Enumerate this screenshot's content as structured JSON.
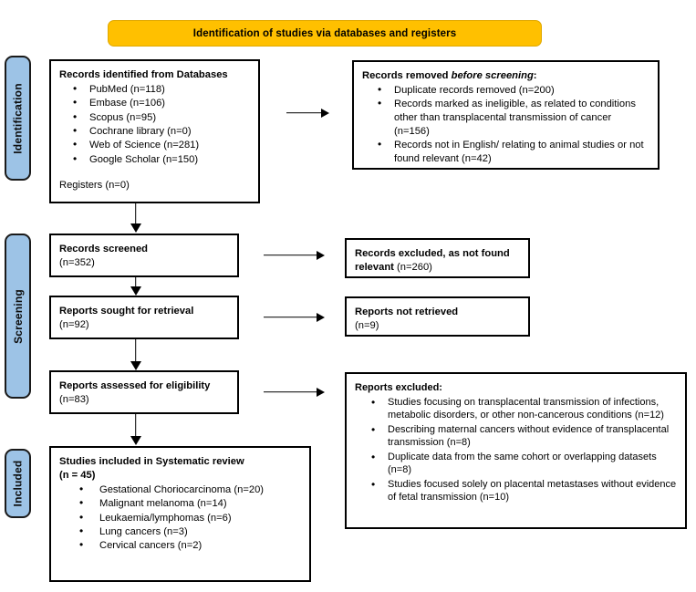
{
  "banner": {
    "title": "Identification of studies via databases and registers",
    "color": "#FFC000"
  },
  "stages": {
    "identification": "Identification",
    "screening": "Screening",
    "included": "Included",
    "color": "#9DC3E6"
  },
  "boxes": {
    "records_identified": {
      "heading": "Records identified from Databases",
      "items": [
        "PubMed (n=118)",
        "Embase (n=106)",
        "Scopus (n=95)",
        "Cochrane library (n=0)",
        "Web of Science (n=281)",
        "Google Scholar (n=150)"
      ],
      "trailing": "Registers (n=0)"
    },
    "records_removed": {
      "heading_pre": "Records removed ",
      "heading_italic": "before screening",
      "heading_post": ":",
      "items": [
        "Duplicate records removed  (n=200)",
        "Records marked as ineligible, as related to conditions other than transplacental transmission of cancer (n=156)",
        "Records not in English/ relating to animal studies or not found relevant (n=42)"
      ]
    },
    "records_screened": {
      "heading": "Records screened",
      "sub": "(n=352)"
    },
    "records_excluded": {
      "heading": "Records excluded, as not found relevant ",
      "count": "(n=260)"
    },
    "reports_sought": {
      "heading": "Reports sought for retrieval",
      "sub": "(n=92)"
    },
    "reports_not_retrieved": {
      "heading": "Reports not retrieved",
      "sub": "(n=9)"
    },
    "reports_assessed": {
      "heading": "Reports assessed for eligibility",
      "sub": "(n=83)"
    },
    "reports_excluded": {
      "heading": "Reports excluded:",
      "items": [
        "Studies focusing on transplacental transmission of infections, metabolic disorders, or other non-cancerous conditions (n=12)",
        "Describing maternal cancers without evidence of transplacental transmission (n=8)",
        "Duplicate data from the same cohort or overlapping datasets (n=8)",
        "Studies focused solely on placental metastases without evidence of fetal transmission (n=10)"
      ]
    },
    "studies_included": {
      "heading": "Studies included in Systematic review",
      "sub": "(n = 45)",
      "items": [
        "Gestational Choriocarcinoma (n=20)",
        "Malignant melanoma (n=14)",
        "Leukaemia/lymphomas (n=6)",
        " Lung cancers (n=3)",
        "Cervical cancers (n=2)"
      ]
    }
  }
}
